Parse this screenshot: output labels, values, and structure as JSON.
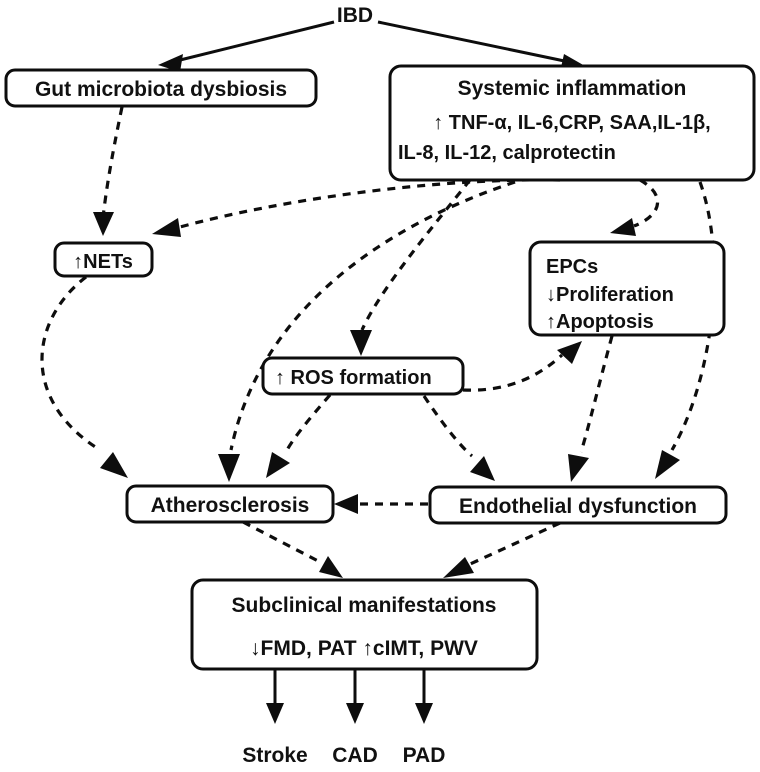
{
  "diagram": {
    "title": "IBD",
    "type": "flowchart",
    "background_color": "#ffffff",
    "line_color": "#0d0d0d",
    "text_color": "#111111"
  },
  "nodes": {
    "ibd": {
      "label": "IBD",
      "style": "plain-text"
    },
    "gut": {
      "label": "Gut microbiota dysbiosis",
      "style": "rounded-box"
    },
    "systemic": {
      "line1": "Systemic inflammation",
      "line2": "↑ TNF-α, IL-6,CRP, SAA,IL-1β,",
      "line3": "IL-8, IL-12, calprotectin",
      "style": "rounded-box"
    },
    "nets": {
      "label": "↑NETs",
      "style": "rounded-box"
    },
    "epcs": {
      "line1": "EPCs",
      "line2": "↓Proliferation",
      "line3": "↑Apoptosis",
      "style": "rounded-box"
    },
    "ros": {
      "label": "↑ ROS formation",
      "style": "rounded-box"
    },
    "athero": {
      "label": "Atherosclerosis",
      "style": "rounded-box"
    },
    "endothelial": {
      "label": "Endothelial dysfunction",
      "style": "rounded-box"
    },
    "subclinical": {
      "line1": "Subclinical manifestations",
      "line2": "↓FMD, PAT  ↑cIMT, PWV",
      "style": "rounded-box"
    },
    "stroke": {
      "label": "Stroke",
      "style": "plain-text"
    },
    "cad": {
      "label": "CAD",
      "style": "plain-text"
    },
    "pad": {
      "label": "PAD",
      "style": "plain-text"
    }
  },
  "edges": [
    {
      "from": "ibd",
      "to": "gut",
      "style": "solid"
    },
    {
      "from": "ibd",
      "to": "systemic",
      "style": "solid"
    },
    {
      "from": "gut",
      "to": "nets",
      "style": "dashed"
    },
    {
      "from": "systemic",
      "to": "nets",
      "style": "dashed"
    },
    {
      "from": "systemic",
      "to": "ros",
      "style": "dashed"
    },
    {
      "from": "systemic",
      "to": "epcs",
      "style": "dashed"
    },
    {
      "from": "systemic",
      "to": "athero",
      "style": "dashed"
    },
    {
      "from": "systemic",
      "to": "endothelial",
      "style": "dashed"
    },
    {
      "from": "nets",
      "to": "athero",
      "style": "dashed"
    },
    {
      "from": "ros",
      "to": "athero",
      "style": "dashed"
    },
    {
      "from": "ros",
      "to": "epcs",
      "style": "dashed"
    },
    {
      "from": "ros",
      "to": "endothelial",
      "style": "dashed"
    },
    {
      "from": "epcs",
      "to": "endothelial",
      "style": "dashed"
    },
    {
      "from": "endothelial",
      "to": "athero",
      "style": "dashed"
    },
    {
      "from": "athero",
      "to": "subclinical",
      "style": "dashed"
    },
    {
      "from": "endothelial",
      "to": "subclinical",
      "style": "dashed"
    },
    {
      "from": "subclinical",
      "to": "stroke",
      "style": "solid"
    },
    {
      "from": "subclinical",
      "to": "cad",
      "style": "solid"
    },
    {
      "from": "subclinical",
      "to": "pad",
      "style": "solid"
    }
  ]
}
